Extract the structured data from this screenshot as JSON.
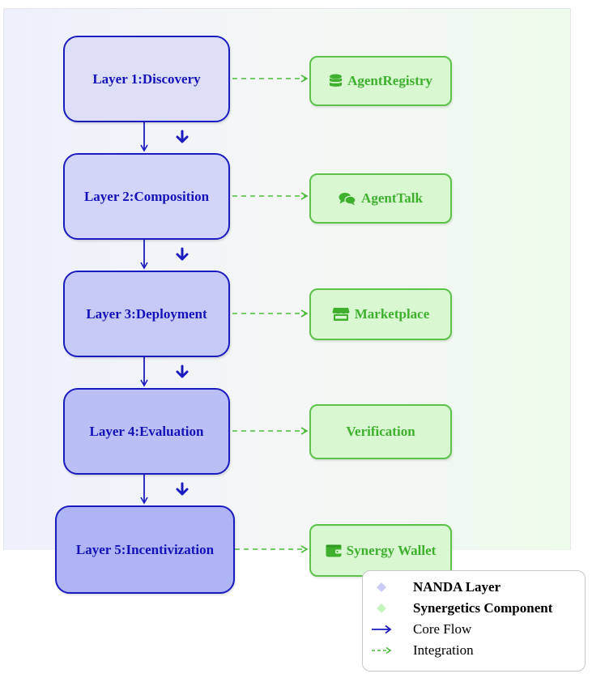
{
  "layers": [
    {
      "label": "Layer 1:Discovery",
      "fill": "#dddff8"
    },
    {
      "label": "Layer 2:Composition",
      "fill": "#d2d5f8"
    },
    {
      "label": "Layer 3:Deployment",
      "fill": "#c6caf7"
    },
    {
      "label": "Layer 4:Evaluation",
      "fill": "#babff6"
    },
    {
      "label": "Layer 5:Incentivization",
      "fill": "#aeb4f5"
    }
  ],
  "components": [
    {
      "label": "AgentRegistry",
      "icon": "database-icon"
    },
    {
      "label": "AgentTalk",
      "icon": "chat-bubbles-icon"
    },
    {
      "label": "Marketplace",
      "icon": "store-icon"
    },
    {
      "label": "Verification",
      "icon": ""
    },
    {
      "label": "Synergy Wallet",
      "icon": "wallet-icon"
    }
  ],
  "legend": {
    "nanda_layer": "NANDA Layer",
    "synergetics_component": "Synergetics Component",
    "core_flow": "Core Flow",
    "integration": "Integration"
  },
  "colors": {
    "core_flow": "#1a1cc0",
    "integration": "#4cbb3c",
    "layer_text": "#1212b8",
    "component_text": "#3eb02e",
    "component_fill": "#d9f8d2"
  }
}
